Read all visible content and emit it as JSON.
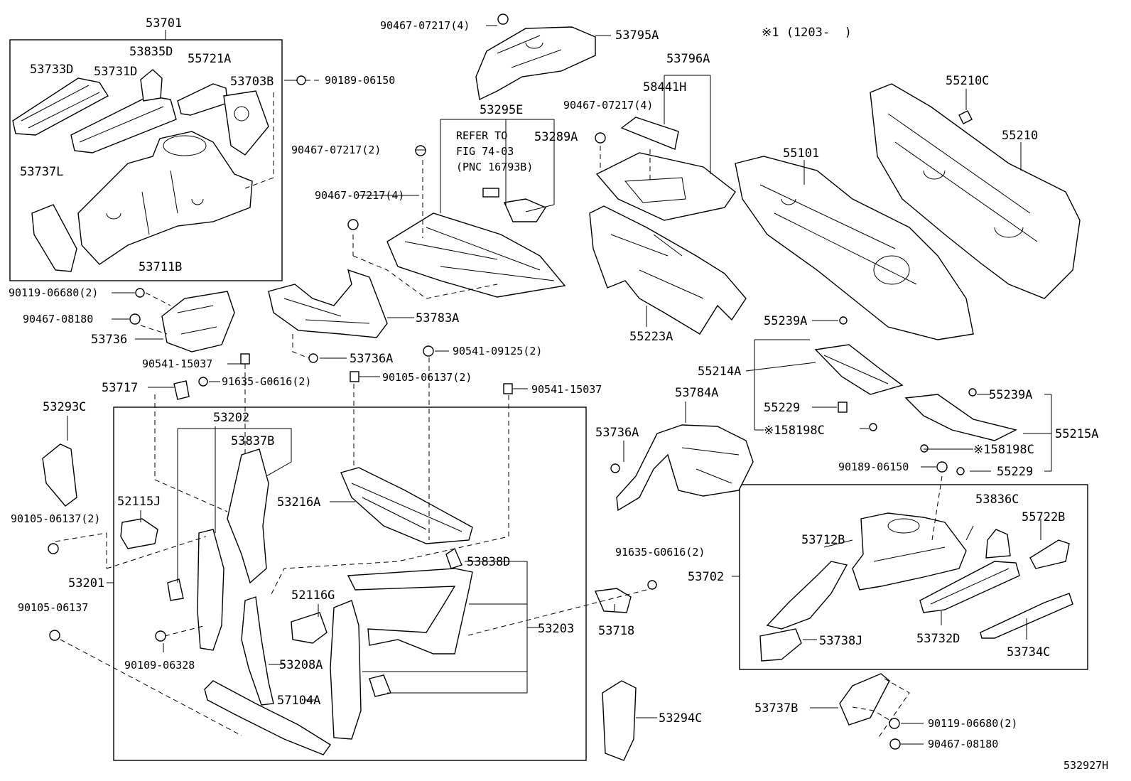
{
  "diagram_id": "532927H",
  "note": "※1 (1203-  )",
  "labels": {
    "p53701": "53701",
    "p53733D": "53733D",
    "p53835D": "53835D",
    "p53731D": "53731D",
    "p55721A": "55721A",
    "p53703B": "53703B",
    "p90189_06150_a": "90189-06150",
    "p53737L": "53737L",
    "p53711B": "53711B",
    "p90467_07217_4_a": "90467-07217(4)",
    "p53795A": "53795A",
    "p53295E": "53295E",
    "refer_line1": "REFER TO",
    "refer_line2": "FIG 74-03",
    "refer_line3": "(PNC 16793B)",
    "p53289A": "53289A",
    "p90467_07217_2": "90467-07217(2)",
    "p90467_07217_4_b": "90467-07217(4)",
    "p53796A": "53796A",
    "p58441H": "58441H",
    "p90467_07217_4_c": "90467-07217(4)",
    "p55210C": "55210C",
    "p55101": "55101",
    "p55210": "55210",
    "p90119_06680_2_a": "90119-06680(2)",
    "p90467_08180_a": "90467-08180",
    "p53736": "53736",
    "p53783A": "53783A",
    "p55223A": "55223A",
    "p90541_15037_a": "90541-15037",
    "p53736A_a": "53736A",
    "p90541_09125_2": "90541-09125(2)",
    "p55239A_a": "55239A",
    "p55214A": "55214A",
    "p53717": "53717",
    "p91635_G0616_2_a": "91635-G0616(2)",
    "p90105_06137_2_a": "90105-06137(2)",
    "p90541_15037_b": "90541-15037",
    "p53784A": "53784A",
    "p55229_a": "55229",
    "p58198C_a": "※158198C",
    "p53293C": "53293C",
    "p53202": "53202",
    "p53837B": "53837B",
    "p55239A_b": "55239A",
    "p55215A": "55215A",
    "p53736A_b": "53736A",
    "p58198C_b": "※158198C",
    "p90189_06150_b": "90189-06150",
    "p55229_b": "55229",
    "p52115J": "52115J",
    "p53216A": "53216A",
    "p90105_06137_2_b": "90105-06137(2)",
    "p53836C": "53836C",
    "p55722B": "55722B",
    "p53712B": "53712B",
    "p91635_G0616_2_b": "91635-G0616(2)",
    "p53838D": "53838D",
    "p53702": "53702",
    "p53201": "53201",
    "p52116G": "52116G",
    "p90105_06137": "90105-06137",
    "p53203": "53203",
    "p53718": "53718",
    "p53738J": "53738J",
    "p53732D": "53732D",
    "p53734C": "53734C",
    "p90109_06328": "90109-06328",
    "p53208A": "53208A",
    "p57104A": "57104A",
    "p53737B": "53737B",
    "p53294C": "53294C",
    "p90119_06680_2_b": "90119-06680(2)",
    "p90467_08180_b": "90467-08180"
  }
}
